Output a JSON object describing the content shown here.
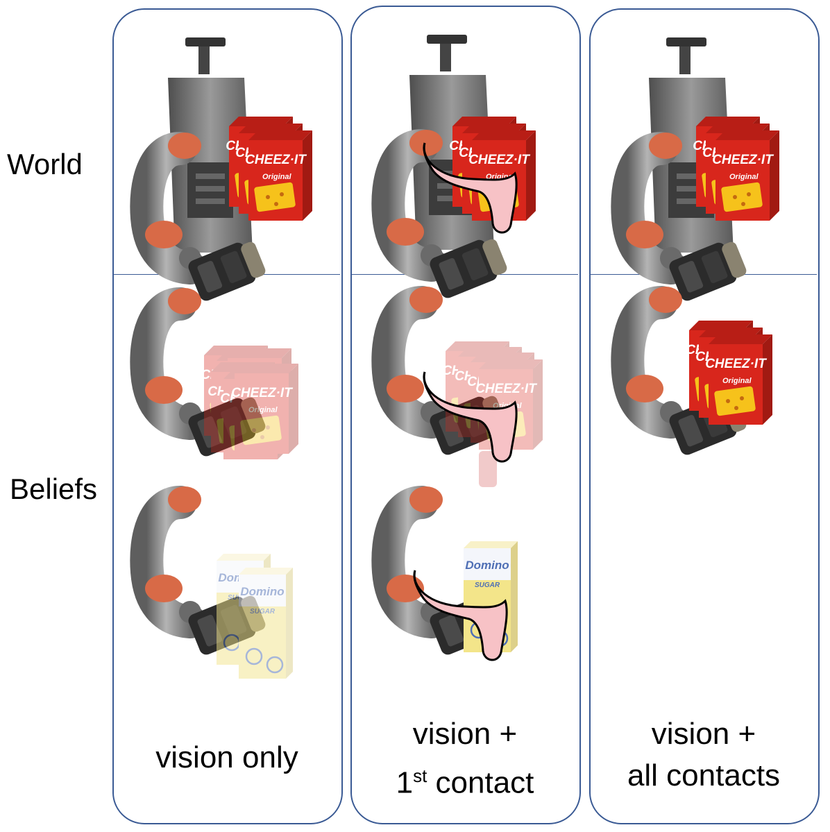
{
  "row_labels": {
    "world": "World",
    "beliefs": "Beliefs"
  },
  "columns": [
    {
      "caption_line1": "vision only",
      "caption_line2": ""
    },
    {
      "caption_line1": "vision +",
      "caption_line2_main": "1",
      "caption_line2_sup": "st",
      "caption_line2_rest": " contact"
    },
    {
      "caption_line1": "vision +",
      "caption_line2": "all contacts"
    }
  ],
  "box_brands": {
    "cheezit": "CHEEZ-IT",
    "cheezit_sub": "Original",
    "domino": "Domino",
    "domino_sub": "SUGAR"
  },
  "colors": {
    "panel_border": "#3a5a94",
    "cheezit_red": "#d8261c",
    "cheezit_yellow": "#f6c21b",
    "domino_yellow": "#f3e58a",
    "contact_pink": "#f7c2c6",
    "robot_gray": "#8d8d8d",
    "robot_orange": "#d86a47",
    "gripper_dark": "#2b2b2b"
  }
}
